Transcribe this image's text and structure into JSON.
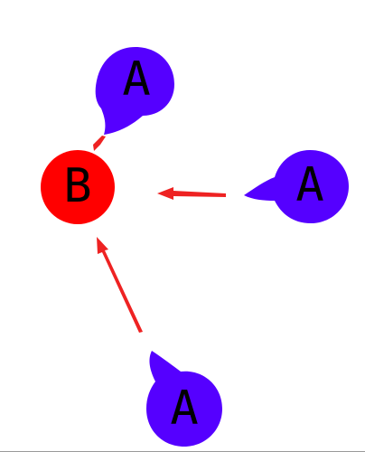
{
  "nodes": {
    "b": {
      "label": "B",
      "fill": "#ff0000",
      "text_color": "#000000"
    },
    "a_top": {
      "label": "A",
      "fill": "#5500ff",
      "text_color": "#000000"
    },
    "a_right": {
      "label": "A",
      "fill": "#5500ff",
      "text_color": "#000000"
    },
    "a_bottom": {
      "label": "A",
      "fill": "#5500ff",
      "text_color": "#000000"
    }
  },
  "edge_color": "#ee2222",
  "edges": [
    {
      "from": "a_top",
      "to": "b"
    },
    {
      "from": "a_right",
      "to": "b"
    },
    {
      "from": "a_bottom",
      "to": "b"
    }
  ]
}
